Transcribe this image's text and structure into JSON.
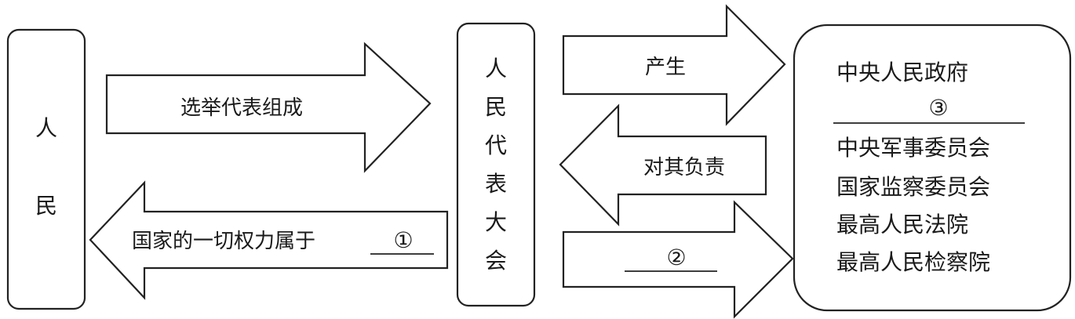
{
  "people_box": {
    "chars": [
      "人",
      "民"
    ]
  },
  "npc_box": {
    "chars": [
      "人",
      "民",
      "代",
      "表",
      "大",
      "会"
    ]
  },
  "arrows": {
    "elect": "选举代表组成",
    "power": "国家的一切权力属于",
    "power_blank": "①",
    "produce": "产生",
    "responsible": "对其负责",
    "blank2": "②"
  },
  "state_box": {
    "top_line": "中央人民政府",
    "blank3": "③",
    "items": [
      "中央军事委员会",
      "国家监察委员会",
      "最高人民法院",
      "最高人民检察院"
    ]
  }
}
